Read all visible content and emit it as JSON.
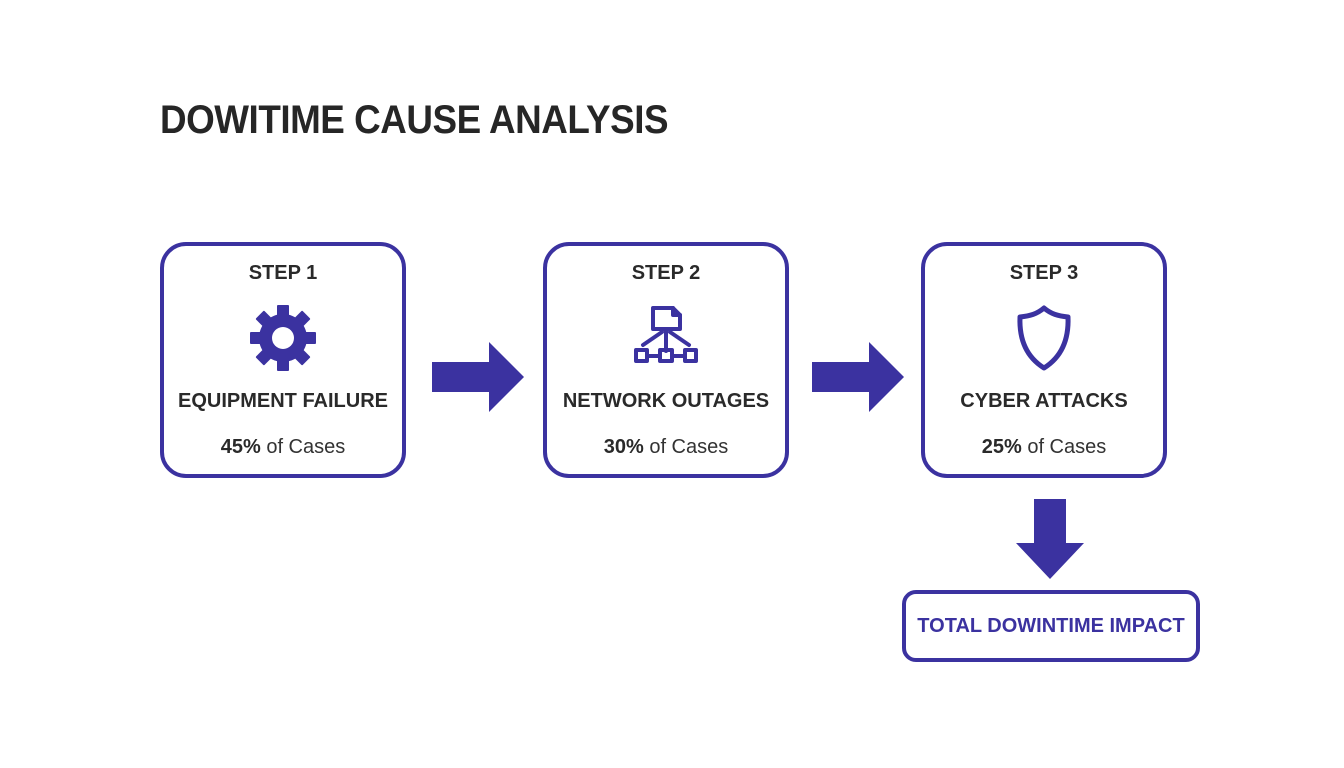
{
  "title": "DOWITIME CAUSE ANALYSIS",
  "colors": {
    "accent": "#3b32a0",
    "text": "#2a2a2a",
    "background": "#ffffff"
  },
  "steps": [
    {
      "step": "STEP 1",
      "icon": "gear-icon",
      "name": "EQUIPMENT FAILURE",
      "percent": "45%",
      "suffix": " of Cases"
    },
    {
      "step": "STEP 2",
      "icon": "network-icon",
      "name": "NETWORK OUTAGES",
      "percent": "30%",
      "suffix": " of Cases"
    },
    {
      "step": "STEP 3",
      "icon": "shield-icon",
      "name": "CYBER ATTACKS",
      "percent": "25%",
      "suffix": " of Cases"
    }
  ],
  "total": {
    "label": "TOTAL DOWINTIME IMPACT"
  }
}
